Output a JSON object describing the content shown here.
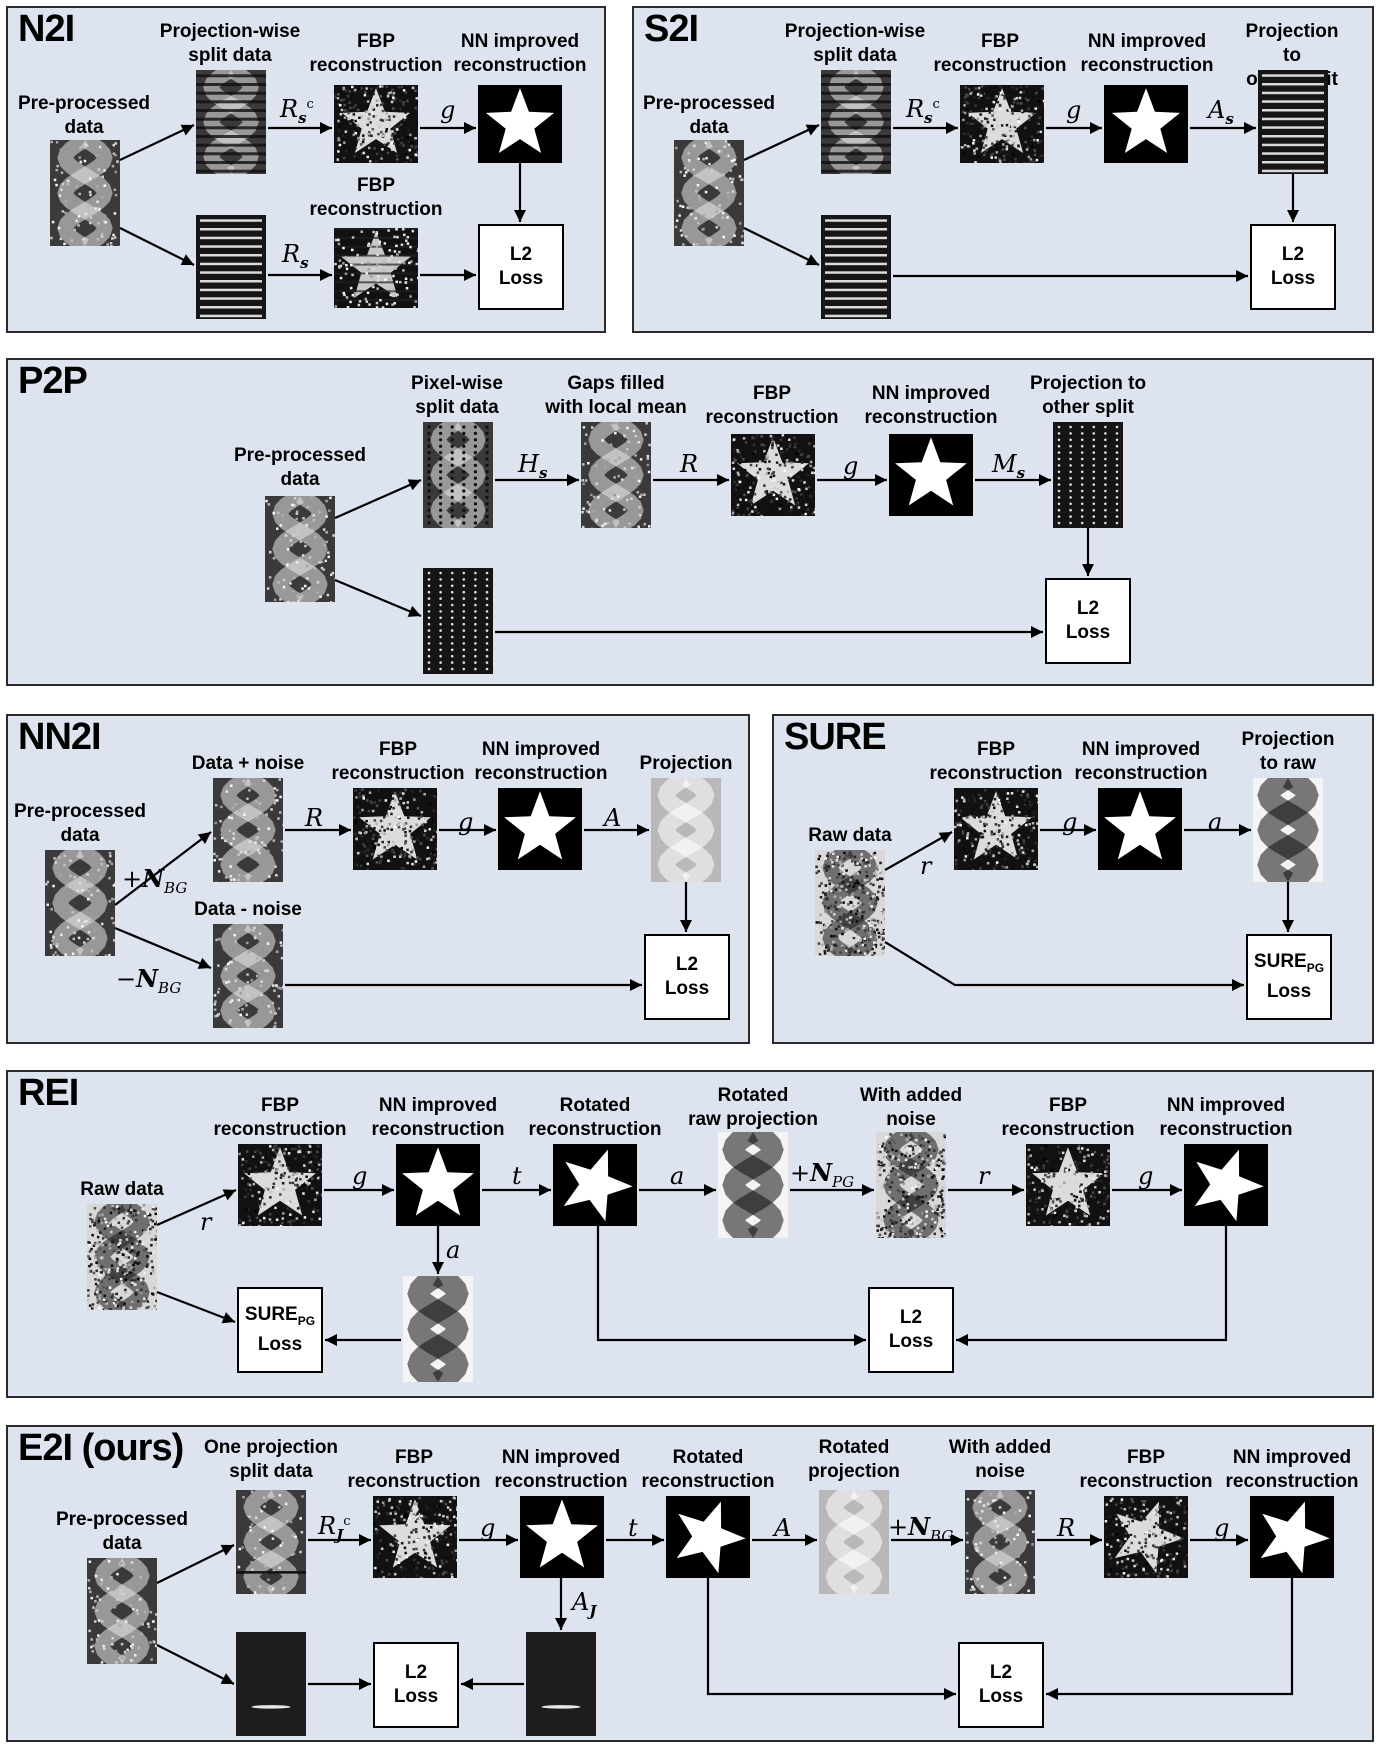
{
  "panels": {
    "n2i": {
      "title": "N2I",
      "labels": {
        "pre": "Pre-processed\ndata",
        "split": "Projection-wise\nsplit data",
        "fbp_top": "FBP\nreconstruction",
        "nn": "NN improved\nreconstruction",
        "fbp_bot": "FBP\nreconstruction"
      },
      "loss": "L2\nLoss"
    },
    "s2i": {
      "title": "S2I",
      "labels": {
        "pre": "Pre-processed\ndata",
        "split": "Projection-wise\nsplit data",
        "fbp": "FBP\nreconstruction",
        "nn": "NN improved\nreconstruction",
        "proj": "Projection to\nother split"
      },
      "loss": "L2\nLoss"
    },
    "p2p": {
      "title": "P2P",
      "labels": {
        "pre": "Pre-processed\ndata",
        "split": "Pixel-wise\nsplit data",
        "gaps": "Gaps filled\nwith local mean",
        "fbp": "FBP\nreconstruction",
        "nn": "NN improved\nreconstruction",
        "proj": "Projection to\nother split"
      },
      "loss": "L2\nLoss"
    },
    "nn2i": {
      "title": "NN2I",
      "labels": {
        "pre": "Pre-processed\ndata",
        "plus": "Data + noise",
        "minus": "Data - noise",
        "fbp": "FBP\nreconstruction",
        "nn": "NN improved\nreconstruction",
        "proj": "Projection"
      },
      "loss": "L2\nLoss"
    },
    "sure": {
      "title": "SURE",
      "labels": {
        "raw": "Raw data",
        "fbp": "FBP\nreconstruction",
        "nn": "NN improved\nreconstruction",
        "proj": "Projection\nto raw data"
      },
      "loss_main": "SURE",
      "loss_sub": "PG",
      "loss_word": "Loss"
    },
    "rei": {
      "title": "REI",
      "labels": {
        "raw": "Raw data",
        "fbp1": "FBP\nreconstruction",
        "nn1": "NN improved\nreconstruction",
        "rot": "Rotated\nreconstruction",
        "rotraw": "Rotated\nraw projection",
        "noise": "With added\nnoise",
        "fbp2": "FBP\nreconstruction",
        "nn2": "NN improved\nreconstruction"
      },
      "loss_main": "SURE",
      "loss_sub": "PG",
      "loss_word": "Loss",
      "loss2": "L2\nLoss"
    },
    "e2i": {
      "title": "E2I (ours)",
      "labels": {
        "pre": "Pre-processed\ndata",
        "split": "One projection\nsplit data",
        "fbp1": "FBP\nreconstruction",
        "nn1": "NN improved\nreconstruction",
        "rot": "Rotated\nreconstruction",
        "rotproj": "Rotated\nprojection",
        "noise": "With added\nnoise",
        "fbp2": "FBP\nreconstruction",
        "nn2": "NN improved\nreconstruction"
      },
      "loss1": "L2\nLoss",
      "loss2": "L2\nLoss"
    }
  },
  "operators": {
    "R": "R",
    "g": "g",
    "A": "A",
    "a": "a",
    "r": "r",
    "t": "t",
    "H": "H",
    "M": "M",
    "sub_s": "s",
    "sub_J": "J",
    "sup_c": "c",
    "N": "N",
    "sub_BG": "BG",
    "sub_PG": "PG",
    "plus": "+",
    "minus": "−"
  }
}
